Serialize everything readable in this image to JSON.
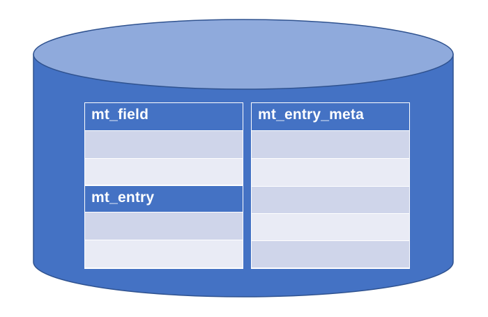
{
  "diagram": {
    "colors": {
      "cylinder_body": "#4472c4",
      "cylinder_top": "#8faadc",
      "cylinder_edge": "#2f528f",
      "table_header": "#4472c4",
      "row_dark": "#cfd5ea",
      "row_light": "#e9ebf5"
    },
    "tables": [
      {
        "name": "mt_field",
        "row_count": 2
      },
      {
        "name": "mt_entry",
        "row_count": 2
      },
      {
        "name": "mt_entry_meta",
        "row_count": 5
      }
    ]
  }
}
